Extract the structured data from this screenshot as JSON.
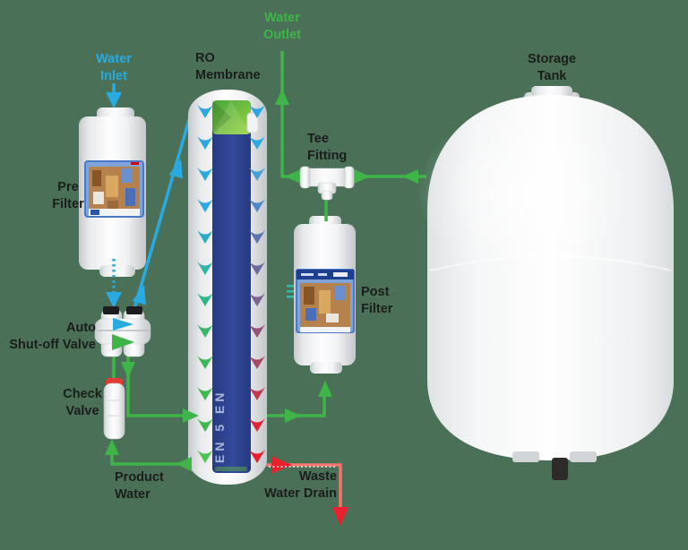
{
  "diagram": {
    "subject": "Reverse osmosis water filtration flow diagram"
  },
  "colors": {
    "background": "#4a7158",
    "inlet_blue": "#29aae1",
    "flow_green": "#3fb549",
    "waste_red": "#e8212d",
    "waste_salmon": "#f4756b",
    "label_black": "#1c1c1c"
  },
  "labels": {
    "water_inlet": {
      "line1": "Water",
      "line2": "Inlet"
    },
    "ro_membrane": {
      "line1": "RO",
      "line2": "Membrane"
    },
    "water_outlet": {
      "line1": "Water",
      "line2": "Outlet"
    },
    "tee_fitting": {
      "line1": "Tee",
      "line2": "Fitting"
    },
    "storage_tank": {
      "line1": "Storage",
      "line2": "Tank"
    },
    "pre_filter": {
      "line1": "Pre",
      "line2": "Filter"
    },
    "auto_shutoff_valve": {
      "line1": "Auto",
      "line2": "Shut-off Valve"
    },
    "check_valve": {
      "line1": "Check",
      "line2": "Valve"
    },
    "product_water": {
      "line1": "Product",
      "line2": "Water"
    },
    "post_filter": {
      "line1": "Post",
      "line2": "Filter"
    },
    "waste_water_drain": {
      "line1": "Waste",
      "line2": "Water Drain"
    }
  },
  "membrane": {
    "vertical_text": "EN 5 EN",
    "left_arrow_colors": [
      "#2ea7e0",
      "#2ea7e0",
      "#2ea7e0",
      "#2ea7e0",
      "#2bacc6",
      "#30b5a8",
      "#33b68c",
      "#3ab66a",
      "#3db75a",
      "#3fb750",
      "#40b84d",
      "#4cc455"
    ],
    "right_arrow_colors": [
      "#2ea7e0",
      "#2ea7e0",
      "#47a0d8",
      "#4f86c6",
      "#5e74b0",
      "#6b699e",
      "#7c6392",
      "#95527b",
      "#a94864",
      "#c23a4f",
      "#dd2739",
      "#e81c2a"
    ]
  }
}
